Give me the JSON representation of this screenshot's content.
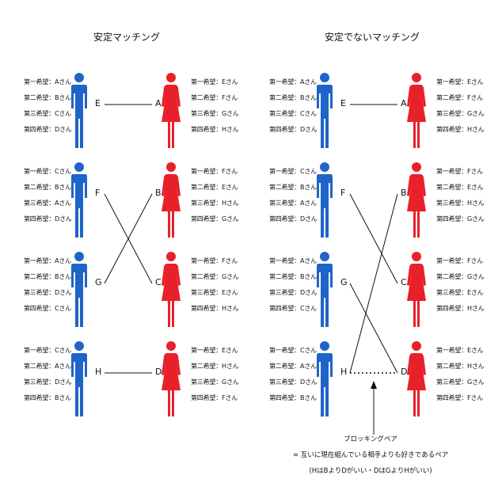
{
  "panels": [
    {
      "title": "安定マッチング",
      "rows": [
        {
          "man": {
            "label": "E",
            "prefs": [
              "第一希望：Aさん",
              "第二希望：Bさん",
              "第三希望：Cさん",
              "第四希望：Dさん"
            ]
          },
          "woman": {
            "label": "A",
            "prefs": [
              "第一希望：Eさん",
              "第二希望：Fさん",
              "第三希望：Gさん",
              "第四希望：Hさん"
            ]
          }
        },
        {
          "man": {
            "label": "F",
            "prefs": [
              "第一希望：Cさん",
              "第二希望：Bさん",
              "第三希望：Aさん",
              "第四希望：Dさん"
            ]
          },
          "woman": {
            "label": "B",
            "prefs": [
              "第一希望：Fさん",
              "第二希望：Eさん",
              "第三希望：Hさん",
              "第四希望：Gさん"
            ]
          }
        },
        {
          "man": {
            "label": "G",
            "prefs": [
              "第一希望：Aさん",
              "第二希望：Bさん",
              "第三希望：Dさん",
              "第四希望：Cさん"
            ]
          },
          "woman": {
            "label": "C",
            "prefs": [
              "第一希望：Fさん",
              "第二希望：Gさん",
              "第三希望：Eさん",
              "第四希望：Hさん"
            ]
          }
        },
        {
          "man": {
            "label": "H",
            "prefs": [
              "第一希望：Cさん",
              "第二希望：Aさん",
              "第三希望：Dさん",
              "第四希望：Bさん"
            ]
          },
          "woman": {
            "label": "D",
            "prefs": [
              "第一希望：Eさん",
              "第二希望：Hさん",
              "第三希望：Gさん",
              "第四希望：Fさん"
            ]
          }
        }
      ],
      "matches": [
        [
          "E",
          "A"
        ],
        [
          "F",
          "C"
        ],
        [
          "G",
          "B"
        ],
        [
          "H",
          "D"
        ]
      ],
      "blocking": []
    },
    {
      "title": "安定でないマッチング",
      "rows": [
        {
          "man": {
            "label": "E",
            "prefs": [
              "第一希望：Aさん",
              "第二希望：Bさん",
              "第三希望：Cさん",
              "第四希望：Dさん"
            ]
          },
          "woman": {
            "label": "A",
            "prefs": [
              "第一希望：Eさん",
              "第二希望：Fさん",
              "第三希望：Gさん",
              "第四希望：Hさん"
            ]
          }
        },
        {
          "man": {
            "label": "F",
            "prefs": [
              "第一希望：Cさん",
              "第二希望：Bさん",
              "第三希望：Aさん",
              "第四希望：Dさん"
            ]
          },
          "woman": {
            "label": "B",
            "prefs": [
              "第一希望：Fさん",
              "第二希望：Eさん",
              "第三希望：Hさん",
              "第四希望：Gさん"
            ]
          }
        },
        {
          "man": {
            "label": "G",
            "prefs": [
              "第一希望：Aさん",
              "第二希望：Bさん",
              "第三希望：Dさん",
              "第四希望：Cさん"
            ]
          },
          "woman": {
            "label": "C",
            "prefs": [
              "第一希望：Fさん",
              "第二希望：Gさん",
              "第三希望：Eさん",
              "第四希望：Hさん"
            ]
          }
        },
        {
          "man": {
            "label": "H",
            "prefs": [
              "第一希望：Cさん",
              "第二希望：Aさん",
              "第三希望：Dさん",
              "第四希望：Bさん"
            ]
          },
          "woman": {
            "label": "D",
            "prefs": [
              "第一希望：Eさん",
              "第二希望：Hさん",
              "第三希望：Gさん",
              "第四希望：Fさん"
            ]
          }
        }
      ],
      "matches": [
        [
          "E",
          "A"
        ],
        [
          "F",
          "C"
        ],
        [
          "G",
          "D"
        ],
        [
          "H",
          "B"
        ]
      ],
      "blocking": [
        [
          "H",
          "D"
        ]
      ]
    }
  ],
  "note": {
    "line1": "ブロッキングペア",
    "line2": "= 互いに現在組んでいる相手よりも好きであるペア",
    "line3": "(HはBよりDがいい・DはGよりHがいい)"
  },
  "colors": {
    "man": "#1f64c8",
    "woman": "#e8202a",
    "line": "#111111"
  }
}
